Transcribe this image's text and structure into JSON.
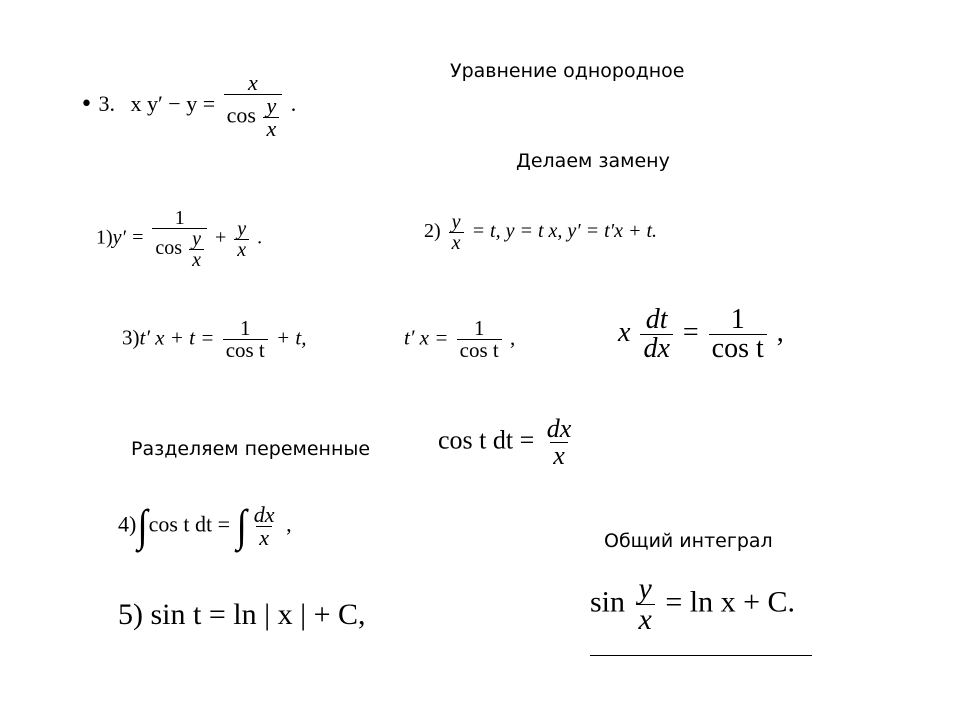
{
  "bullet": "•",
  "notes": {
    "homogeneous": "Уравнение однородное",
    "substitution": "Делаем замену",
    "separate": "Разделяем переменные",
    "general_integral": "Общий интеграл"
  },
  "eq0": {
    "prefix": "3.",
    "lhs": "x y′ − y =",
    "num": "x",
    "den_cos": "cos",
    "inner_num": "y",
    "inner_den": "x",
    "tail": "."
  },
  "eq1": {
    "label": "1)",
    "lhs": "y′ =",
    "num": "1",
    "den_cos": "cos",
    "inner_num": "y",
    "inner_den": "x",
    "plus": "+",
    "f2_num": "y",
    "f2_den": "x",
    "tail": "."
  },
  "eq2": {
    "label": "2)",
    "num": "y",
    "den": "x",
    "rest": "= t,   y = t x,   y′ = t′x + t."
  },
  "eq3": {
    "label": "3)",
    "lhs": "t′ x + t =",
    "num": "1",
    "den": "cos t",
    "tail": "+ t,"
  },
  "eq3b": {
    "lhs": "t′ x =",
    "num": "1",
    "den": "cos t",
    "tail": ","
  },
  "eq3c": {
    "x": "x",
    "num": "dt",
    "den": "dx",
    "eq": "=",
    "num2": "1",
    "den2": "cos t",
    "tail": ","
  },
  "eq_sep": {
    "lhs": "cos t dt =",
    "num": "dx",
    "den": "x"
  },
  "eq4": {
    "label": "4)",
    "int1": "∫",
    "body": "cos t dt =",
    "int2": "∫",
    "num": "dx",
    "den": "x",
    "tail": ","
  },
  "eq5": {
    "text": "5) sin t = ln | x | + C,"
  },
  "eq_final": {
    "sin": "sin",
    "num": "y",
    "den": "x",
    "rest": "= ln x + C."
  }
}
